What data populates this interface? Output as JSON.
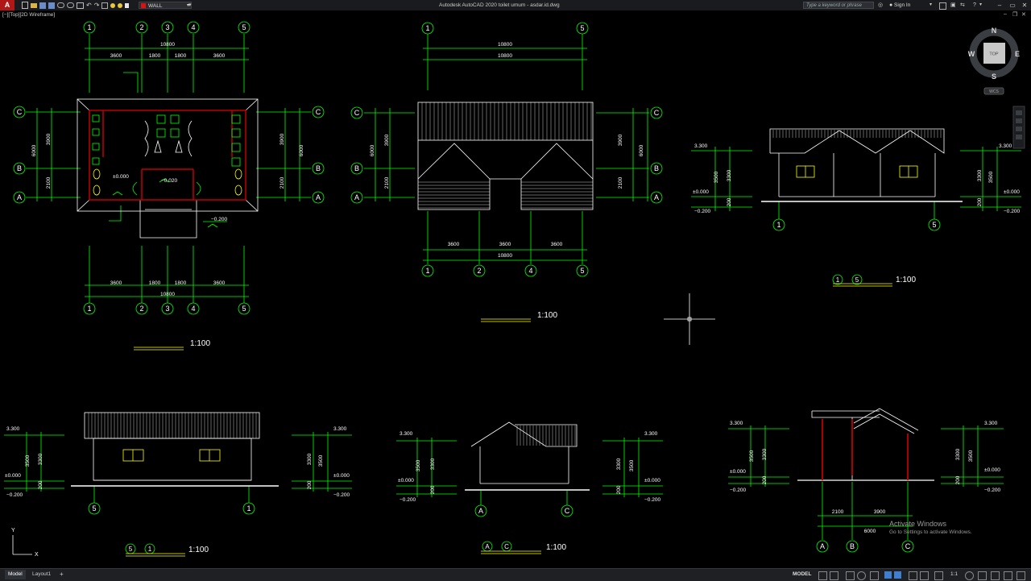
{
  "titlebar": {
    "layer_name": "WALL",
    "app_title": "Autodesk AutoCAD 2020   toilet umum - asdar.id.dwg",
    "search_placeholder": "Type a keyword or phrase",
    "sign_in": "Sign In"
  },
  "viewport": {
    "label": "[−][Top][2D Wireframe]"
  },
  "viewcube": {
    "n": "N",
    "s": "S",
    "e": "E",
    "w": "W",
    "top": "TOP",
    "wcs": "WCS"
  },
  "ucs": {
    "y": "Y",
    "x": "X"
  },
  "colors": {
    "background": "#000000",
    "dimension": "#00ff00",
    "drawing": "#ffffff",
    "wall": "#c00000",
    "fixture": "#ffff00"
  },
  "drawings": {
    "plan": {
      "grid_top": [
        "1",
        "2",
        "3",
        "4",
        "5"
      ],
      "grid_bottom": [
        "1",
        "2",
        "3",
        "4",
        "5"
      ],
      "grid_side": [
        "C",
        "B",
        "A"
      ],
      "top_total": "10800",
      "top_segments": [
        "3600",
        "1800",
        "1800",
        "3600"
      ],
      "bottom_total": "10800",
      "bottom_segments": [
        "3600",
        "1800",
        "1800",
        "3600"
      ],
      "left_total": "6000",
      "left_segments": [
        "3900",
        "2100"
      ],
      "right_total": "6000",
      "right_segments": [
        "3900",
        "2100"
      ],
      "levels": [
        "±0.000",
        "−0.020",
        "−0.200"
      ],
      "scale": "1:100"
    },
    "roof": {
      "grid_top": [
        "1",
        "5"
      ],
      "grid_bottom": [
        "1",
        "2",
        "4",
        "5"
      ],
      "grid_side": [
        "C",
        "B",
        "A"
      ],
      "top_dims": [
        "10800",
        "10800"
      ],
      "bottom_segments": [
        "3600",
        "3600",
        "3600"
      ],
      "bottom_total": "10800",
      "left_total": "6000",
      "left_segments": [
        "3900",
        "2100"
      ],
      "right_total": "6000",
      "right_segments": [
        "3900",
        "2100"
      ],
      "scale": "1:100"
    },
    "elev15": {
      "grid": [
        "1",
        "5"
      ],
      "levels_left": [
        "3.300",
        "±0.000",
        "−0.200"
      ],
      "dims_left": [
        "3500",
        "3300",
        "200"
      ],
      "levels_right": [
        "3.300",
        "±0.000",
        "−0.200"
      ],
      "dims_right": [
        "3300",
        "3500",
        "200"
      ],
      "title_grids": [
        "1",
        "5"
      ],
      "scale": "1:100"
    },
    "elev51": {
      "grid": [
        "5",
        "1"
      ],
      "levels_left": [
        "3.300",
        "±0.000",
        "−0.200"
      ],
      "dims_left": [
        "3500",
        "3300",
        "200"
      ],
      "levels_right": [
        "3.300",
        "±0.000",
        "−0.200"
      ],
      "dims_right": [
        "3300",
        "3500",
        "200"
      ],
      "title_grids": [
        "5",
        "1"
      ],
      "scale": "1:100"
    },
    "elevAC": {
      "grid": [
        "A",
        "C"
      ],
      "levels_left": [
        "3.300",
        "±0.000",
        "−0.200"
      ],
      "dims_left": [
        "3500",
        "3300",
        "200"
      ],
      "levels_right": [
        "3.300",
        "±0.000",
        "−0.200"
      ],
      "dims_right": [
        "3300",
        "3500",
        "200"
      ],
      "title_grids": [
        "A",
        "C"
      ],
      "scale": "1:100"
    },
    "section": {
      "grid": [
        "A",
        "B",
        "C"
      ],
      "levels_left": [
        "3.300",
        "±0.000",
        "−0.200"
      ],
      "dims_left": [
        "3500",
        "3300",
        "200"
      ],
      "levels_right": [
        "3.300",
        "±0.000",
        "−0.200"
      ],
      "dims_right": [
        "3300",
        "3500",
        "200"
      ],
      "bottom_segments": [
        "2100",
        "3900"
      ],
      "bottom_total": "6000"
    }
  },
  "statusbar": {
    "tab_model": "Model",
    "tab_layout1": "Layout1",
    "tab_add": "+",
    "model_space": "MODEL",
    "scale": "1:1"
  },
  "watermark": {
    "line1": "Activate Windows",
    "line2": "Go to Settings to activate Windows."
  }
}
